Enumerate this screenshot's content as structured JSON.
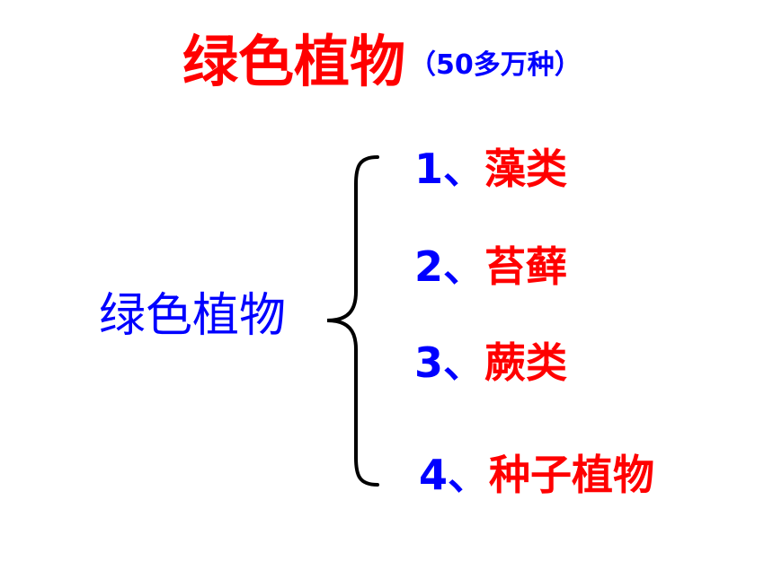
{
  "title": {
    "main": "绿色植物",
    "sub": "（50多万种）"
  },
  "root_label": "绿色植物",
  "items": [
    {
      "number": "1、",
      "name": "藻类"
    },
    {
      "number": "2、",
      "name": "苔藓"
    },
    {
      "number": "3、",
      "name": "蕨类"
    },
    {
      "number": "4、",
      "name": "种子植物"
    }
  ],
  "colors": {
    "highlight": "#ff0000",
    "primary": "#0000ff"
  }
}
